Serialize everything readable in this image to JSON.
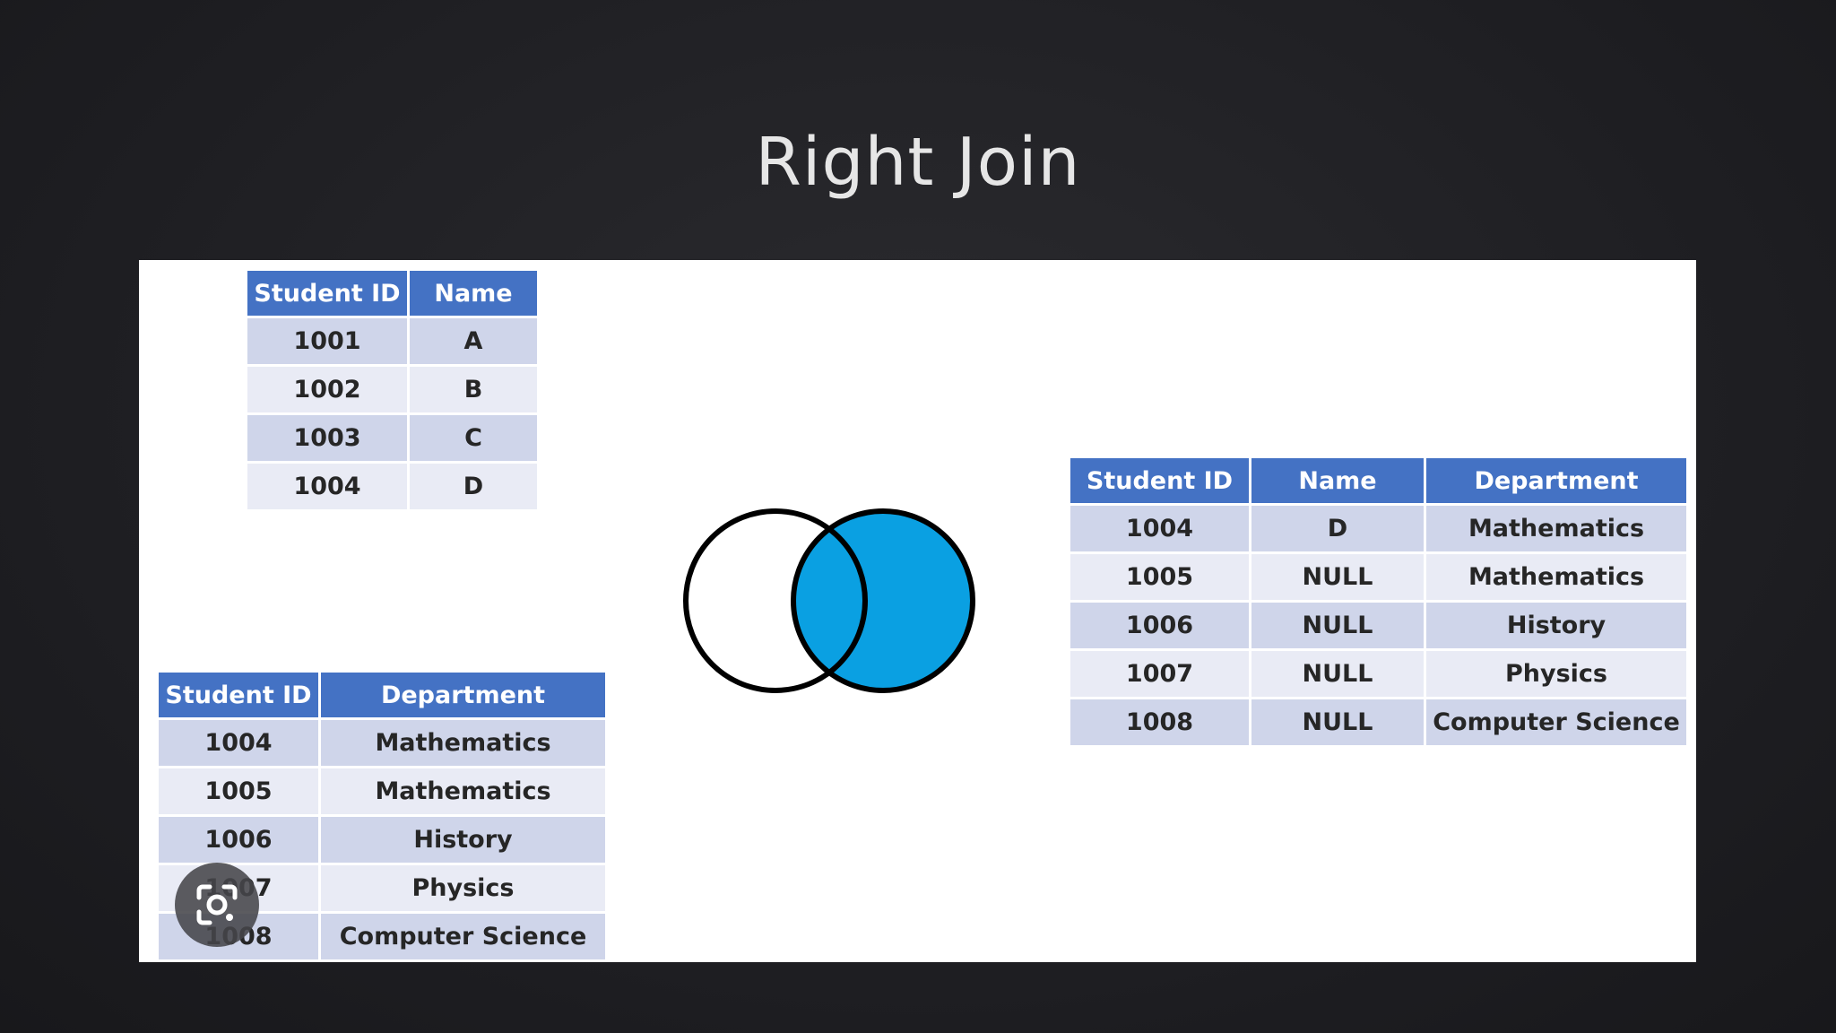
{
  "title": "Right Join",
  "students": {
    "headers": [
      "Student ID",
      "Name"
    ],
    "rows": [
      [
        "1001",
        "A"
      ],
      [
        "1002",
        "B"
      ],
      [
        "1003",
        "C"
      ],
      [
        "1004",
        "D"
      ]
    ]
  },
  "departments": {
    "headers": [
      "Student ID",
      "Department"
    ],
    "rows": [
      [
        "1004",
        "Mathematics"
      ],
      [
        "1005",
        "Mathematics"
      ],
      [
        "1006",
        "History"
      ],
      [
        "1007",
        "Physics"
      ],
      [
        "1008",
        "Computer Science"
      ]
    ]
  },
  "result": {
    "headers": [
      "Student ID",
      "Name",
      "Department"
    ],
    "rows": [
      [
        "1004",
        "D",
        "Mathematics"
      ],
      [
        "1005",
        "NULL",
        "Mathematics"
      ],
      [
        "1006",
        "NULL",
        "History"
      ],
      [
        "1007",
        "NULL",
        "Physics"
      ],
      [
        "1008",
        "NULL",
        "Computer Science"
      ]
    ]
  },
  "colors": {
    "header_blue": "#4472c4",
    "row_dark": "#cfd5ea",
    "row_light": "#e9ebf5",
    "venn_fill": "#0aa0e2"
  },
  "icons": {
    "lens": "google-lens-icon"
  }
}
